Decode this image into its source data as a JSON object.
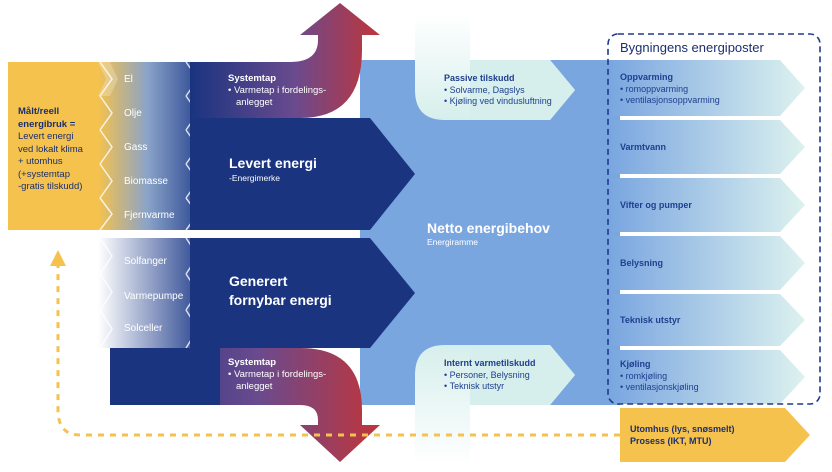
{
  "measured": {
    "lines": [
      "Målt/reell",
      "energibruk =",
      "Levert energi",
      "ved lokalt klima",
      "+ utomhus",
      "(+systemtap",
      "-gratis tilskudd)"
    ]
  },
  "carriers": [
    "El",
    "Olje",
    "Gass",
    "Biomasse",
    "Fjernvarme"
  ],
  "renewables": [
    "Solfanger",
    "Varmepumpe",
    "Solceller"
  ],
  "delivered": {
    "title": "Levert energi",
    "subtitle": "-Energimerke"
  },
  "generated": {
    "title_line1": "Generert",
    "title_line2": "fornybar energi"
  },
  "system_loss_top": {
    "title": "Systemtap",
    "bullet_line1": "Varmetap i fordelings-",
    "bullet_line2": "anlegget"
  },
  "system_loss_bottom": {
    "title": "Systemtap",
    "bullet_line1": "Varmetap i fordelings-",
    "bullet_line2": "anlegget"
  },
  "passive": {
    "title": "Passive tilskudd",
    "bullets": [
      "Solvarme, Dagslys",
      "Kjøling ved vindusluftning"
    ]
  },
  "internal": {
    "title": "Internt varmetilskudd",
    "bullets": [
      "Personer, Belysning",
      "Teknisk utstyr"
    ]
  },
  "net": {
    "title": "Netto energibehov",
    "subtitle": "Energiramme"
  },
  "posts": {
    "title": "Bygningens energiposter",
    "heating": {
      "label": "Oppvarming",
      "bullets": [
        "romoppvarming",
        "ventilasjonsoppvarming"
      ]
    },
    "hot_water": "Varmtvann",
    "fans": "Vifter og pumper",
    "lighting": "Belysning",
    "equipment": "Teknisk utstyr",
    "cooling": {
      "label": "Kjøling",
      "bullets": [
        "romkjøling",
        "ventilasjonskjøling"
      ]
    }
  },
  "outdoor": {
    "line1": "Utomhus (lys, snøsmelt)",
    "line2": "Prosess (IKT, MTU)"
  },
  "colors": {
    "navy": "#1a3480",
    "mid_blue": "#7aa6e0",
    "light_teal": "#d6efec",
    "red": "#c0353a",
    "yellow": "#f5c24e",
    "dash_blue": "#1f3a8a"
  }
}
